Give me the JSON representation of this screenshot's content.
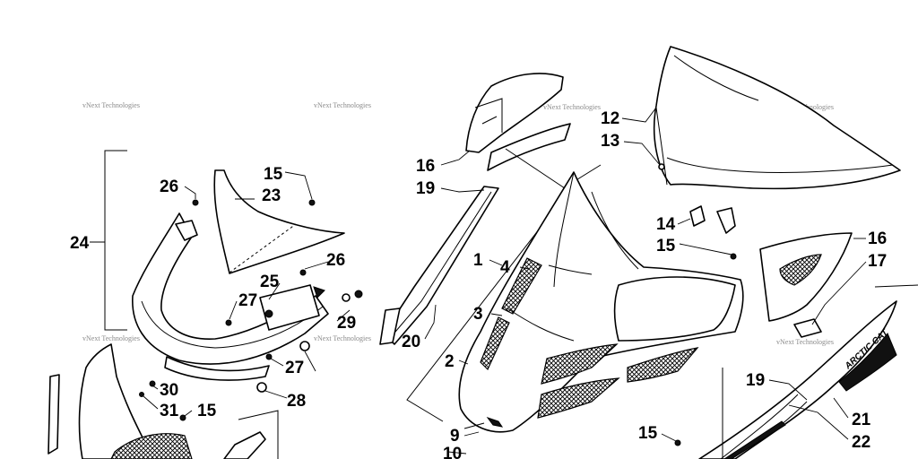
{
  "watermark": "vNext Technologies",
  "brand_text": "ARCTIC CAT",
  "callouts": {
    "c1": "1",
    "c2": "2",
    "c3": "3",
    "c4": "4",
    "c9": "9",
    "c10": "10",
    "c12": "12",
    "c13": "13",
    "c14": "14",
    "c15a": "15",
    "c15b": "15",
    "c15c": "15",
    "c15d": "15",
    "c16a": "16",
    "c16b": "16",
    "c17": "17",
    "c19a": "19",
    "c19b": "19",
    "c20": "20",
    "c21": "21",
    "c22": "22",
    "c23": "23",
    "c24": "24",
    "c25": "25",
    "c26a": "26",
    "c26b": "26",
    "c27a": "27",
    "c27b": "27",
    "c28": "28",
    "c29": "29",
    "c30": "30",
    "c31": "31"
  }
}
